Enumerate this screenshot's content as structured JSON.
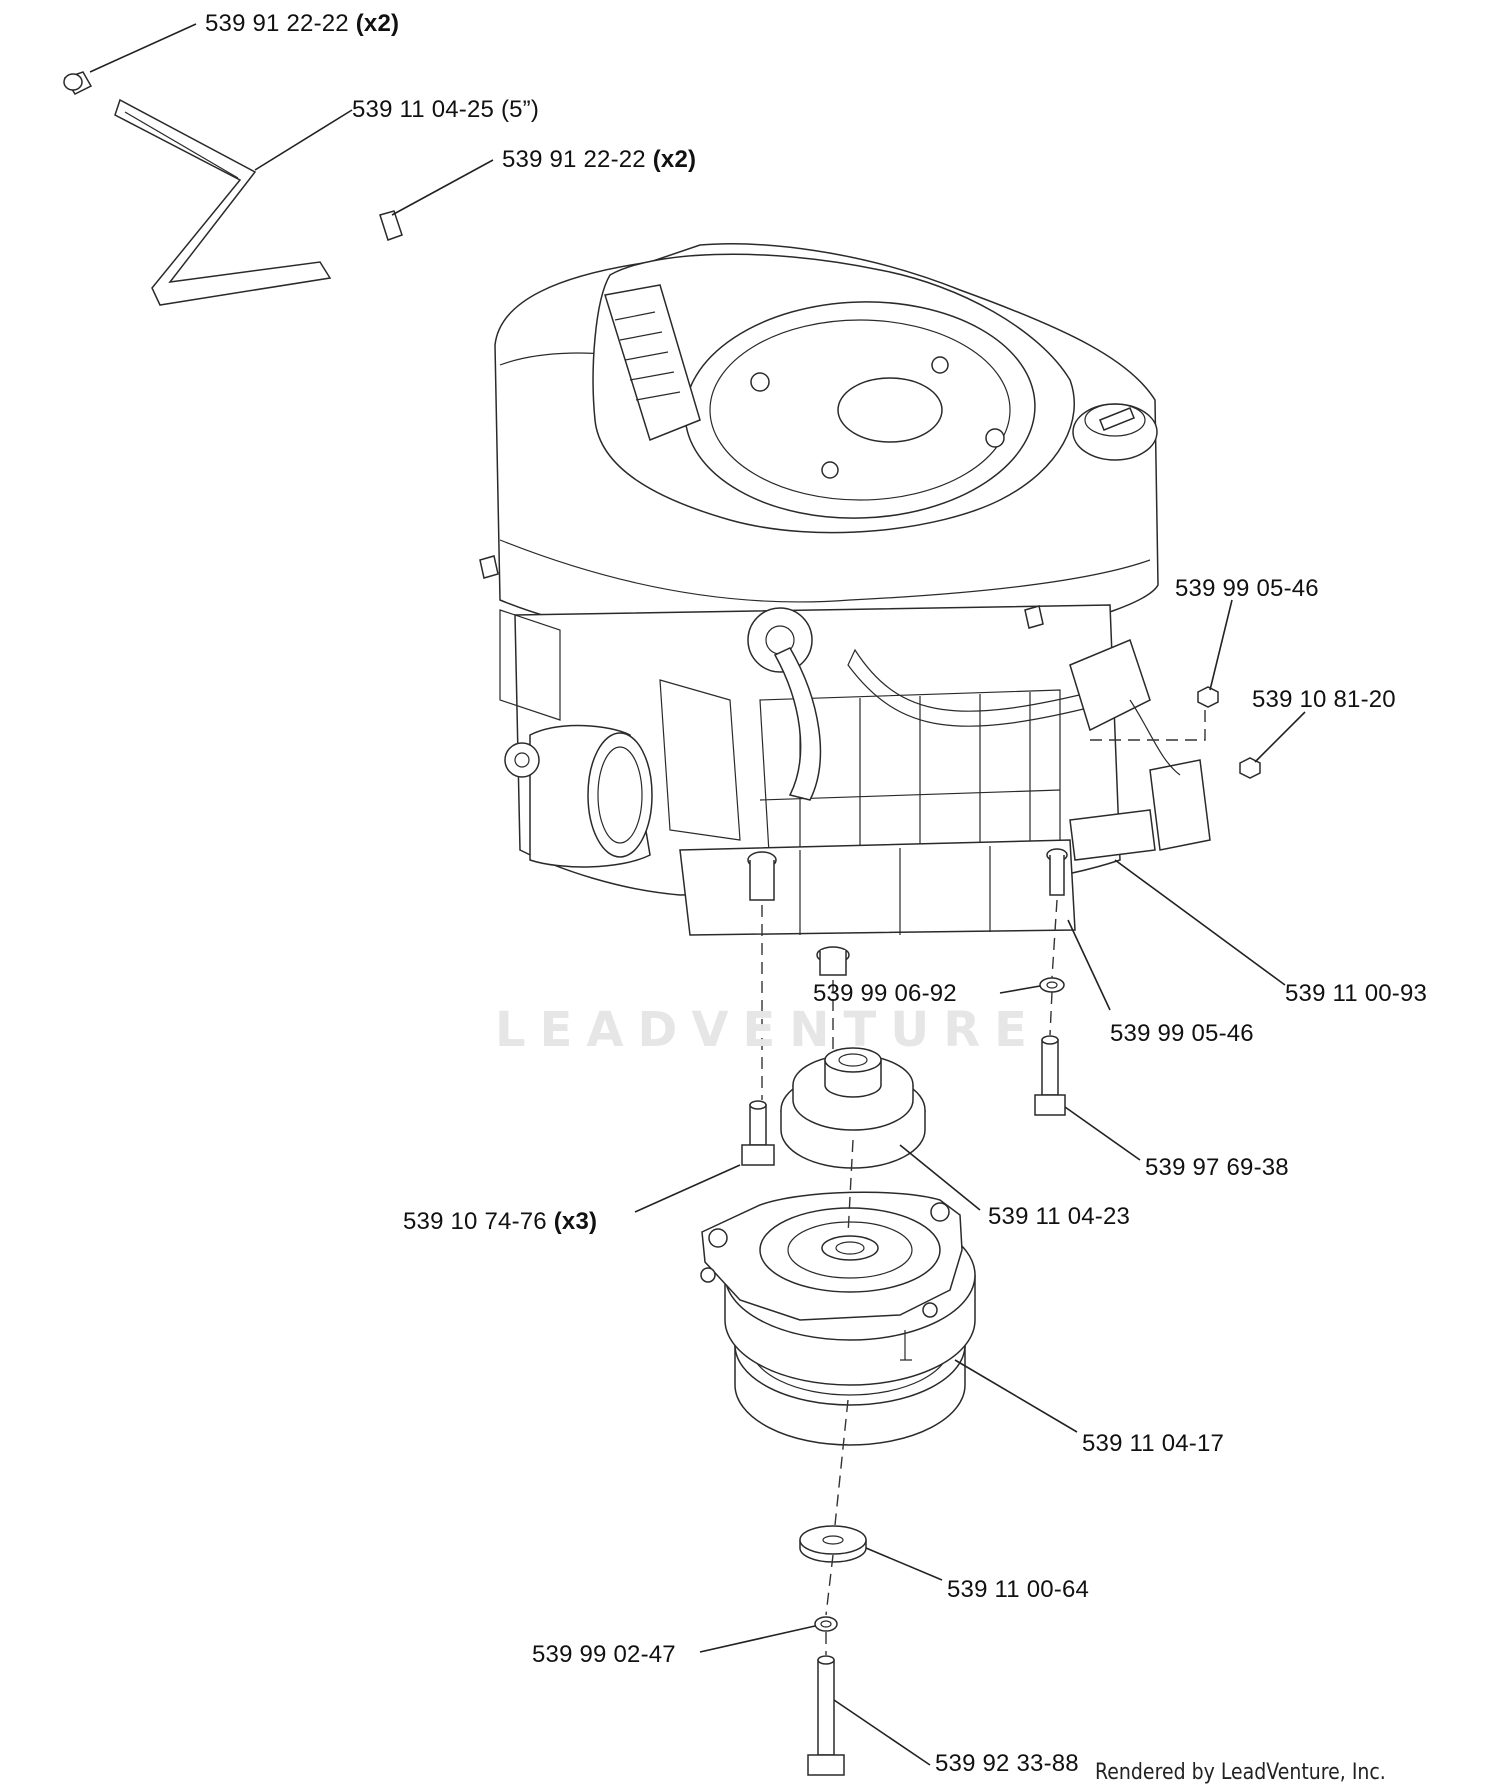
{
  "watermark": "LEADVENTURE",
  "credit": "Rendered by LeadVenture, Inc.",
  "callouts": [
    {
      "id": "c1",
      "part": "539 91 22-22",
      "qty": "(x2)"
    },
    {
      "id": "c2",
      "part": "539 11 04-25 (5”)",
      "qty": ""
    },
    {
      "id": "c3",
      "part": "539 91 22-22",
      "qty": "(x2)"
    },
    {
      "id": "c4",
      "part": "539 99 05-46",
      "qty": ""
    },
    {
      "id": "c5",
      "part": "539 10 81-20",
      "qty": ""
    },
    {
      "id": "c6",
      "part": "539 99 06-92",
      "qty": ""
    },
    {
      "id": "c7",
      "part": "539 99 05-46",
      "qty": ""
    },
    {
      "id": "c8",
      "part": "539 11 00-93",
      "qty": ""
    },
    {
      "id": "c9",
      "part": "539 97 69-38",
      "qty": ""
    },
    {
      "id": "c10",
      "part": "539 11 04-23",
      "qty": ""
    },
    {
      "id": "c11",
      "part": "539 10 74-76",
      "qty": "(x3)"
    },
    {
      "id": "c12",
      "part": "539 11 04-17",
      "qty": ""
    },
    {
      "id": "c13",
      "part": "539 11 00-64",
      "qty": ""
    },
    {
      "id": "c14",
      "part": "539 99 02-47",
      "qty": ""
    },
    {
      "id": "c15",
      "part": "539 92 33-88",
      "qty": ""
    }
  ]
}
